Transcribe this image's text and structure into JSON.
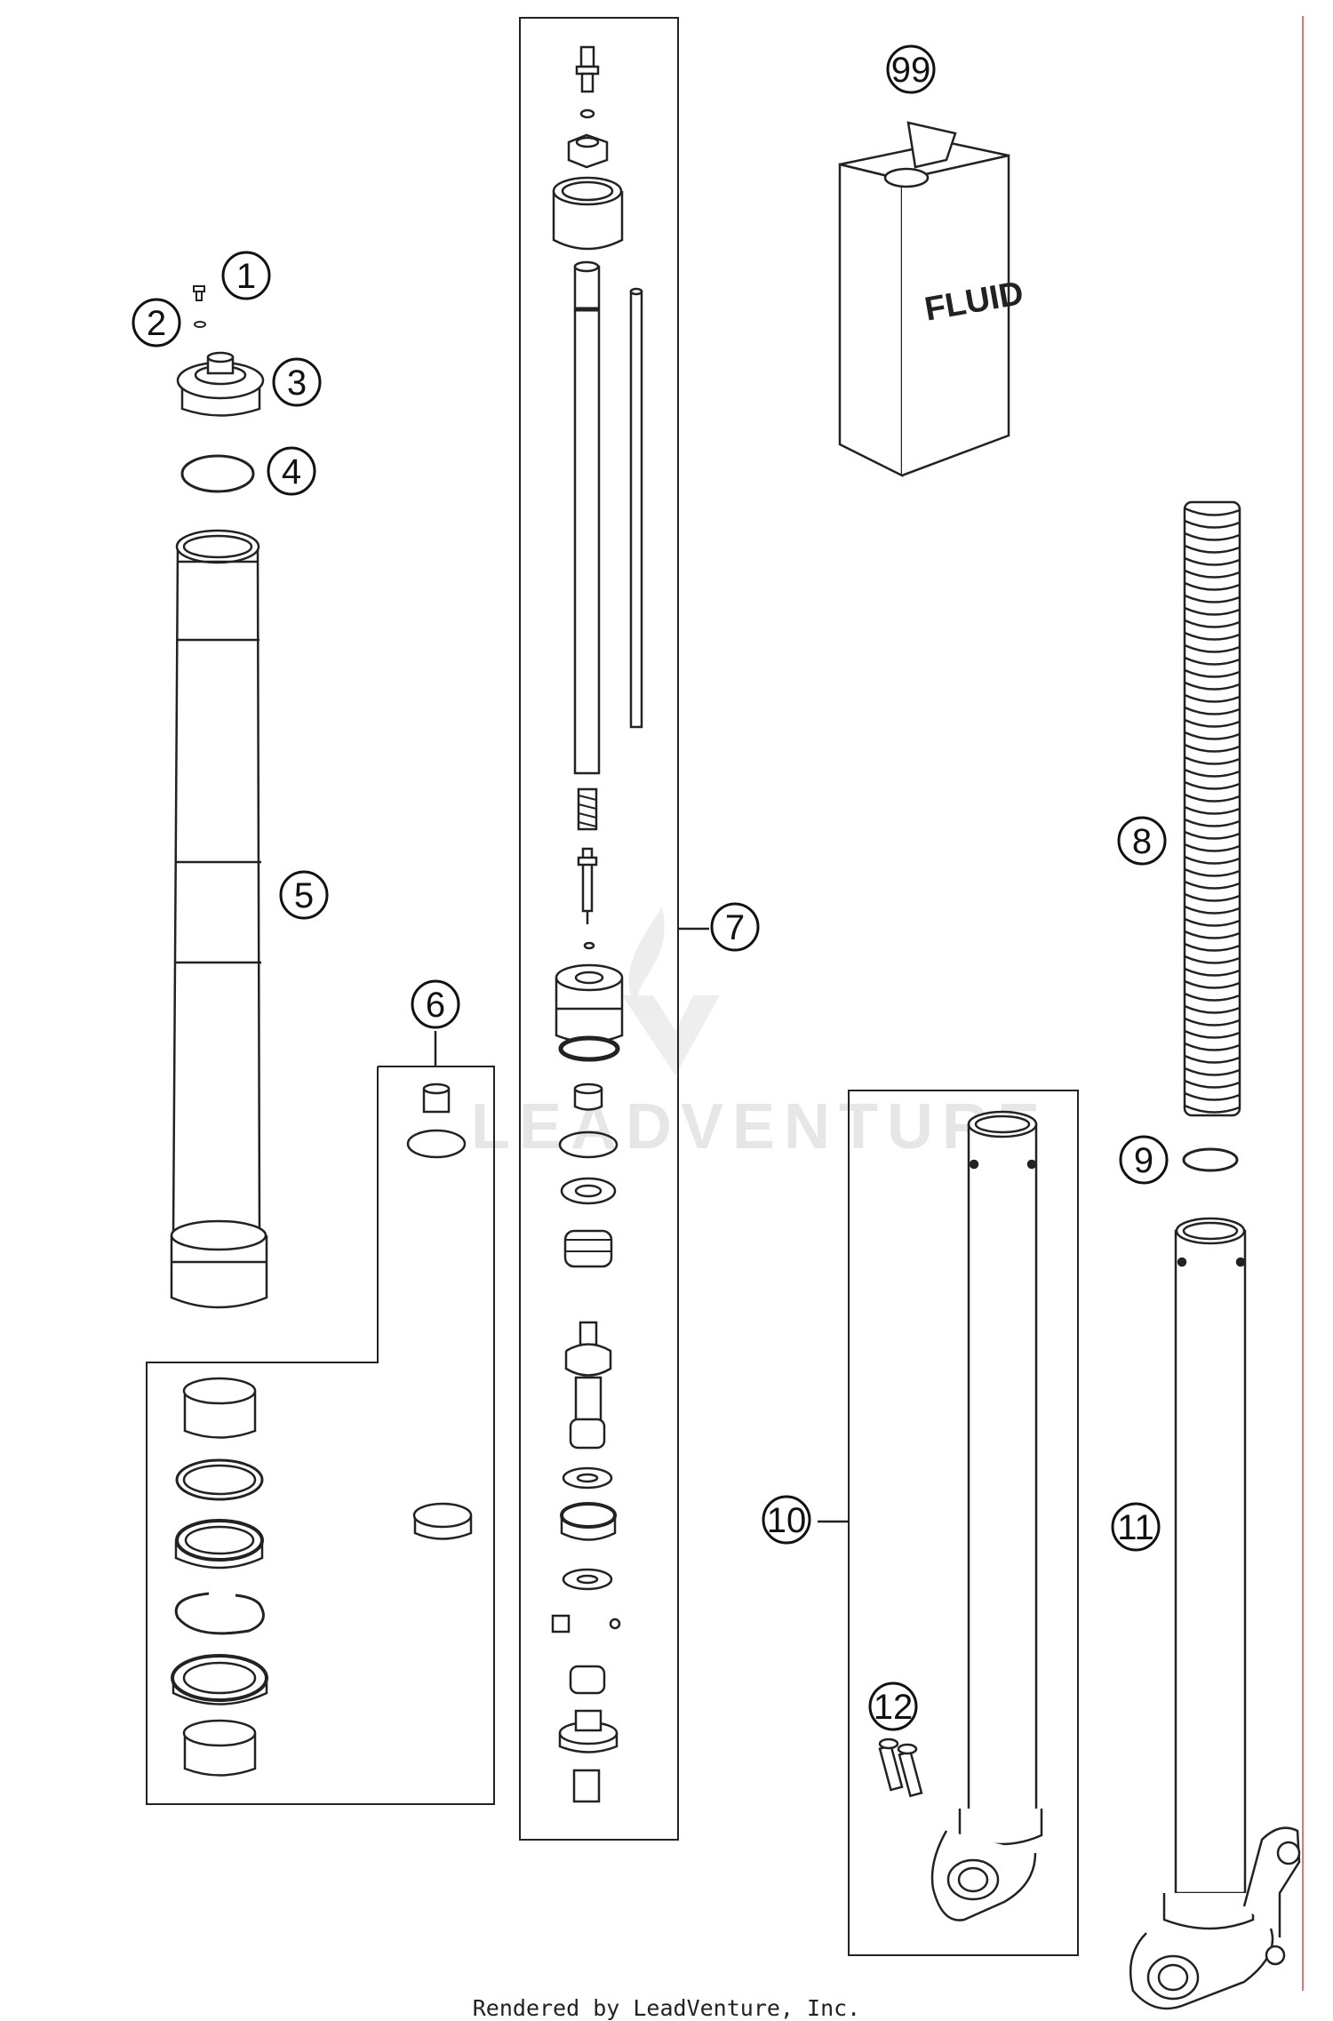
{
  "diagram": {
    "callouts": [
      {
        "id": "1",
        "label": "1"
      },
      {
        "id": "2",
        "label": "2"
      },
      {
        "id": "3",
        "label": "3"
      },
      {
        "id": "4",
        "label": "4"
      },
      {
        "id": "5",
        "label": "5"
      },
      {
        "id": "6",
        "label": "6"
      },
      {
        "id": "7",
        "label": "7"
      },
      {
        "id": "8",
        "label": "8"
      },
      {
        "id": "9",
        "label": "9"
      },
      {
        "id": "10",
        "label": "10"
      },
      {
        "id": "11",
        "label": "11"
      },
      {
        "id": "12",
        "label": "12"
      },
      {
        "id": "99",
        "label": "99"
      }
    ],
    "can_label": "FLUID",
    "watermark": "LEADVENTURE",
    "credit": "Rendered by LeadVenture, Inc.",
    "colors": {
      "line": "#222222",
      "accent_rule": "#e57373",
      "watermark": "#e6e6e6"
    }
  }
}
